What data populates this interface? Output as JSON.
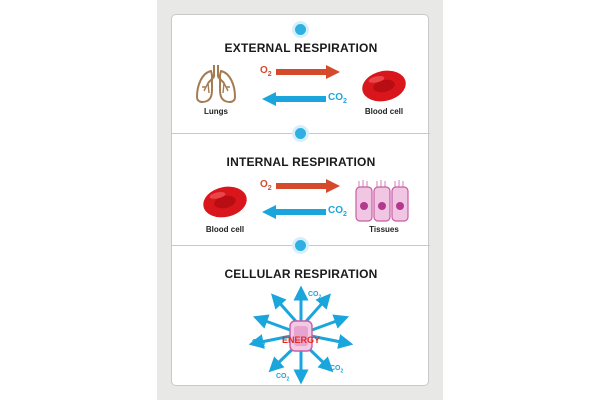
{
  "sections": [
    {
      "title": "EXTERNAL RESPIRATION",
      "left_label": "Lungs",
      "right_label": "Blood cell",
      "o2_label": "O",
      "o2_sub": "2",
      "co2_label": "CO",
      "co2_sub": "2"
    },
    {
      "title": "INTERNAL RESPIRATION",
      "left_label": "Blood cell",
      "right_label": "Tissues",
      "o2_label": "O",
      "o2_sub": "2",
      "co2_label": "CO",
      "co2_sub": "2"
    },
    {
      "title": "CELLULAR RESPIRATION",
      "center_label": "ENERGY",
      "gas_label": "CO",
      "gas_sub": "2"
    }
  ],
  "colors": {
    "accent_blue": "#2fb0e3",
    "oxygen_red": "#d64a2c",
    "co2_blue": "#1aa6dc",
    "blood_red": "#d9161b",
    "lung_brown": "#a57c52",
    "tissue_pink": "#e3a4cf",
    "energy_red": "#e8281e"
  }
}
